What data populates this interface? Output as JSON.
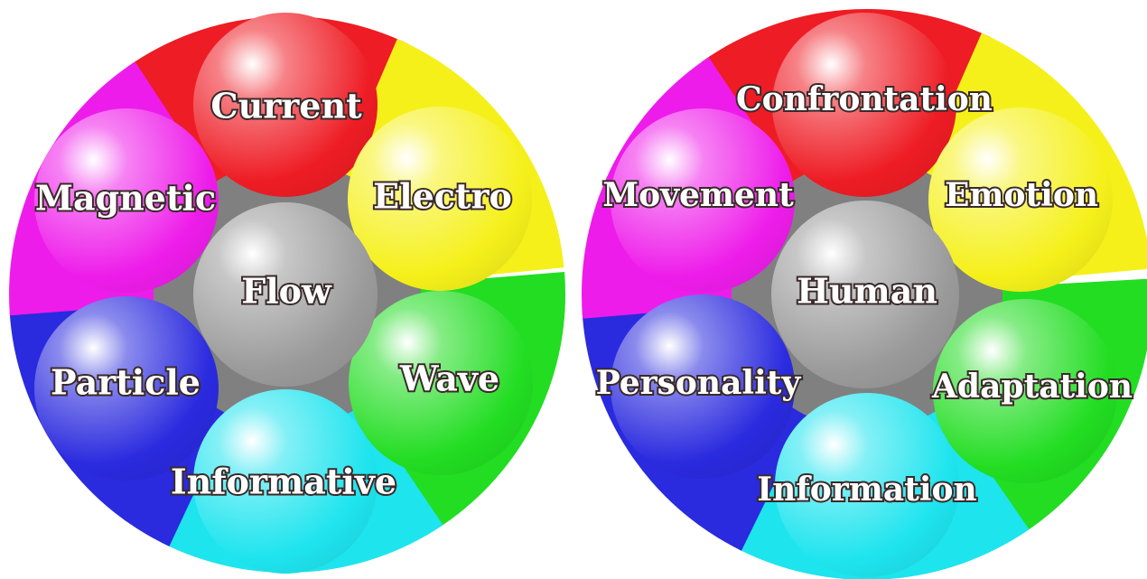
{
  "diagrams": [
    {
      "center_label": "Flow",
      "petals": [
        {
          "label": "Current",
          "color": "#ee1c24"
        },
        {
          "label": "Electro",
          "color": "#f5f01a"
        },
        {
          "label": "Wave",
          "color": "#22dd22"
        },
        {
          "label": "Informative",
          "color": "#1ee4ee"
        },
        {
          "label": "Particle",
          "color": "#2a2adf"
        },
        {
          "label": "Magnetic",
          "color": "#ee1cea"
        }
      ]
    },
    {
      "center_label": "Human",
      "petals": [
        {
          "label": "Confrontation",
          "color": "#ee1c24"
        },
        {
          "label": "Emotion",
          "color": "#f5f01a"
        },
        {
          "label": "Adaptation",
          "color": "#22dd22"
        },
        {
          "label": "Information",
          "color": "#1ee4ee"
        },
        {
          "label": "Personality",
          "color": "#2a2adf"
        },
        {
          "label": "Movement",
          "color": "#ee1cea"
        }
      ]
    }
  ],
  "colors": {
    "center": "#9a9a9a",
    "hub_background": "#808080"
  }
}
